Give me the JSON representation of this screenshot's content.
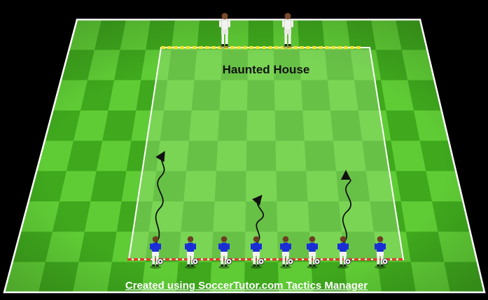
{
  "diagram": {
    "title": "Haunted House",
    "credit": "Created using SoccerTutor.com Tactics Manager"
  },
  "players": {
    "ghosts": {
      "kit": "white",
      "count": 2
    },
    "attackers": {
      "kit": "blue",
      "count": 8,
      "with_ball": true
    }
  },
  "colors": {
    "pitch_light": "#5fcc35",
    "pitch_dark": "#3fa81d",
    "area_fill": "#86d867",
    "ghost_line": "#f2e52a",
    "start_line": "#e03a2a",
    "blue_kit": "#1a2ed6",
    "white_kit": "#f2f2ee"
  },
  "icons": [
    "player-white-icon",
    "player-blue-icon",
    "ball-icon",
    "dribble-arrow-icon"
  ]
}
